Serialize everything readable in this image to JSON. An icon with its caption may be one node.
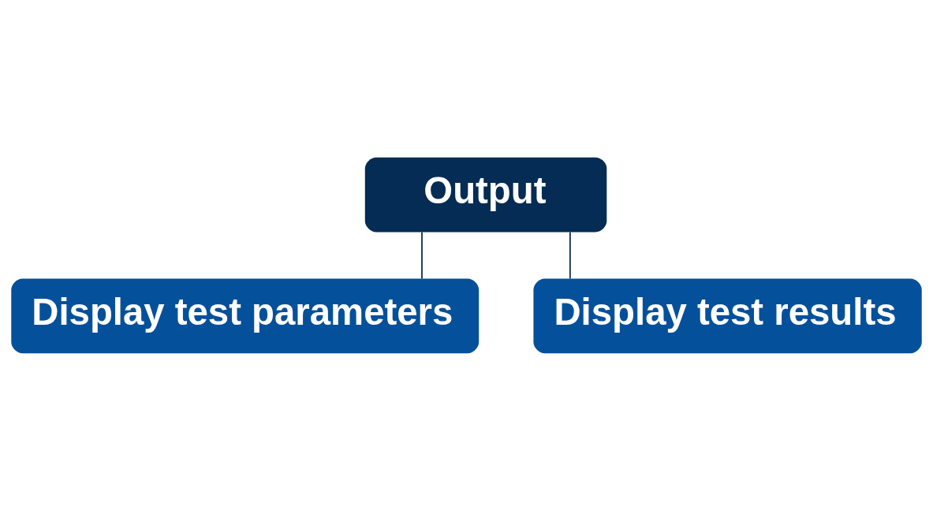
{
  "diagram": {
    "nodes": [
      {
        "text": [
          "Output"
        ]
      },
      {
        "text": [
          "Display test parameters"
        ]
      },
      {
        "text": [
          "Display test results"
        ]
      }
    ],
    "edges": [
      {
        "from": 0,
        "to": 1,
        "arrow": "none"
      },
      {
        "from": 0,
        "to": 2,
        "arrow": "none"
      }
    ]
  }
}
